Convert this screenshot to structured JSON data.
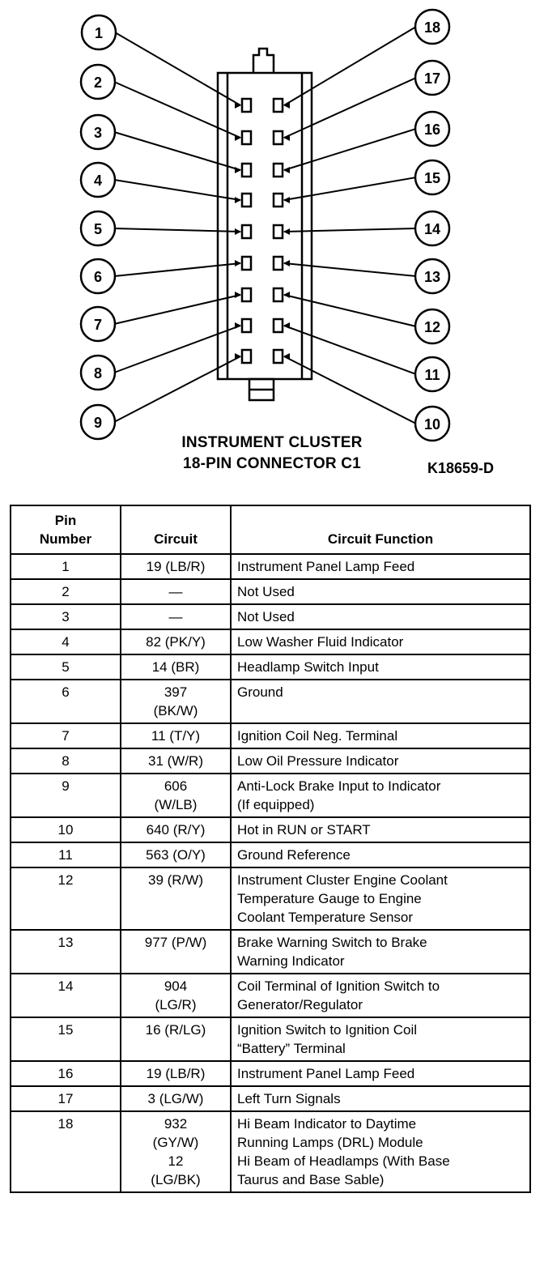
{
  "diagram": {
    "caption_line1": "INSTRUMENT CLUSTER",
    "caption_line2": "18-PIN CONNECTOR C1",
    "part_number": "K18659-D",
    "pin_labels_left": [
      "1",
      "2",
      "3",
      "4",
      "5",
      "6",
      "7",
      "8",
      "9"
    ],
    "pin_labels_right": [
      "18",
      "17",
      "16",
      "15",
      "14",
      "13",
      "12",
      "11",
      "10"
    ]
  },
  "table": {
    "headers": {
      "pin": "Pin\nNumber",
      "circuit": "Circuit",
      "function": "Circuit Function"
    },
    "rows": [
      {
        "pin": "1",
        "circuit": "19 (LB/R)",
        "function": "Instrument Panel Lamp Feed"
      },
      {
        "pin": "2",
        "circuit": "—",
        "function": "Not Used"
      },
      {
        "pin": "3",
        "circuit": "—",
        "function": "Not Used"
      },
      {
        "pin": "4",
        "circuit": "82 (PK/Y)",
        "function": "Low Washer Fluid Indicator"
      },
      {
        "pin": "5",
        "circuit": "14 (BR)",
        "function": "Headlamp Switch Input"
      },
      {
        "pin": "6",
        "circuit": "397\n(BK/W)",
        "function": "Ground"
      },
      {
        "pin": "7",
        "circuit": "11 (T/Y)",
        "function": "Ignition Coil Neg. Terminal"
      },
      {
        "pin": "8",
        "circuit": "31 (W/R)",
        "function": "Low Oil Pressure Indicator"
      },
      {
        "pin": "9",
        "circuit": "606\n(W/LB)",
        "function": "Anti-Lock Brake Input to Indicator\n(If equipped)"
      },
      {
        "pin": "10",
        "circuit": "640 (R/Y)",
        "function": "Hot in RUN or START"
      },
      {
        "pin": "11",
        "circuit": "563 (O/Y)",
        "function": "Ground Reference"
      },
      {
        "pin": "12",
        "circuit": "39 (R/W)",
        "function": "Instrument Cluster Engine Coolant\nTemperature Gauge to Engine\nCoolant Temperature Sensor"
      },
      {
        "pin": "13",
        "circuit": "977 (P/W)",
        "function": "Brake Warning Switch to Brake\nWarning Indicator"
      },
      {
        "pin": "14",
        "circuit": "904\n(LG/R)",
        "function": "Coil Terminal of Ignition Switch to\nGenerator/Regulator"
      },
      {
        "pin": "15",
        "circuit": "16 (R/LG)",
        "function": "Ignition Switch to Ignition Coil\n“Battery” Terminal"
      },
      {
        "pin": "16",
        "circuit": "19 (LB/R)",
        "function": "Instrument Panel Lamp Feed"
      },
      {
        "pin": "17",
        "circuit": "3 (LG/W)",
        "function": "Left Turn Signals"
      },
      {
        "pin": "18",
        "circuit": "932\n(GY/W)\n12\n(LG/BK)",
        "function": "Hi Beam Indicator to Daytime\nRunning Lamps (DRL) Module\nHi Beam of Headlamps (With Base\nTaurus and Base Sable)"
      }
    ]
  }
}
